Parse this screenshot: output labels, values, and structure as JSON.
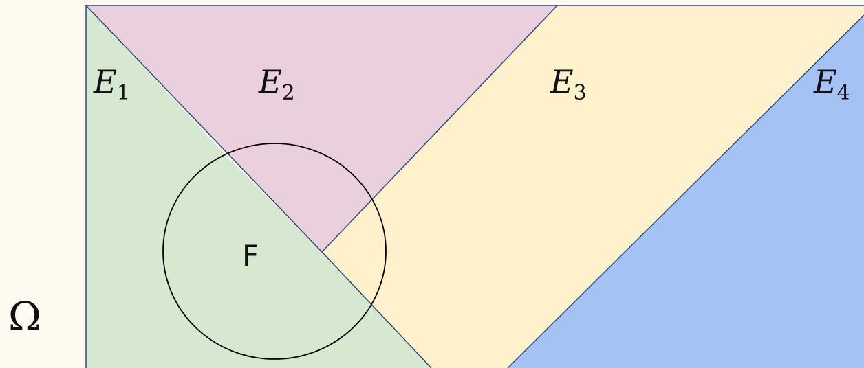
{
  "universe_label": "Ω",
  "regions": [
    {
      "label": "E",
      "index": "1",
      "color": "#d7e8d0"
    },
    {
      "label": "E",
      "index": "2",
      "color": "#e9d0dc"
    },
    {
      "label": "E",
      "index": "3",
      "color": "#fef1cc"
    },
    {
      "label": "E",
      "index": "4",
      "color": "#a4c2f4"
    }
  ],
  "set_label": "F",
  "colors": {
    "background": "#fdfaf0",
    "boundary_line": "#2b4a7a",
    "circle_stroke": "#000000"
  }
}
